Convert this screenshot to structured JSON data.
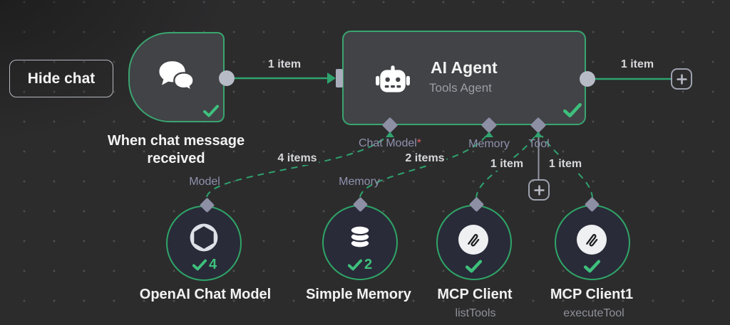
{
  "ui": {
    "hide_chat_label": "Hide chat"
  },
  "colors": {
    "canvas_bg": "#2c2c2d",
    "accent_green": "#3aa56f",
    "check_green": "#3ec07c",
    "node_fill": "#414347",
    "subnode_fill": "#292b39",
    "port_gray": "#b7bbc6",
    "diamond_gray": "#8d90a4",
    "label_lavender": "#8e91ad",
    "required_red": "#dd5f5f"
  },
  "trigger": {
    "label": "When chat message received"
  },
  "agent": {
    "title": "AI Agent",
    "subtitle": "Tools Agent",
    "ports": {
      "chat_model": "Chat Model",
      "required": "*",
      "memory": "Memory",
      "tool": "Tool"
    }
  },
  "edges": {
    "trigger_to_agent": "1 item",
    "agent_output": "1 item",
    "model": "4 items",
    "memory": "2 items",
    "tool_left": "1 item",
    "tool_right": "1 item"
  },
  "subnodes": {
    "openai": {
      "name": "OpenAI Chat Model",
      "port": "Model",
      "runs": "4"
    },
    "memory": {
      "name": "Simple Memory",
      "port": "Memory",
      "runs": "2"
    },
    "mcp1": {
      "name": "MCP Client",
      "operation": "listTools"
    },
    "mcp2": {
      "name": "MCP Client1",
      "operation": "executeTool"
    }
  }
}
